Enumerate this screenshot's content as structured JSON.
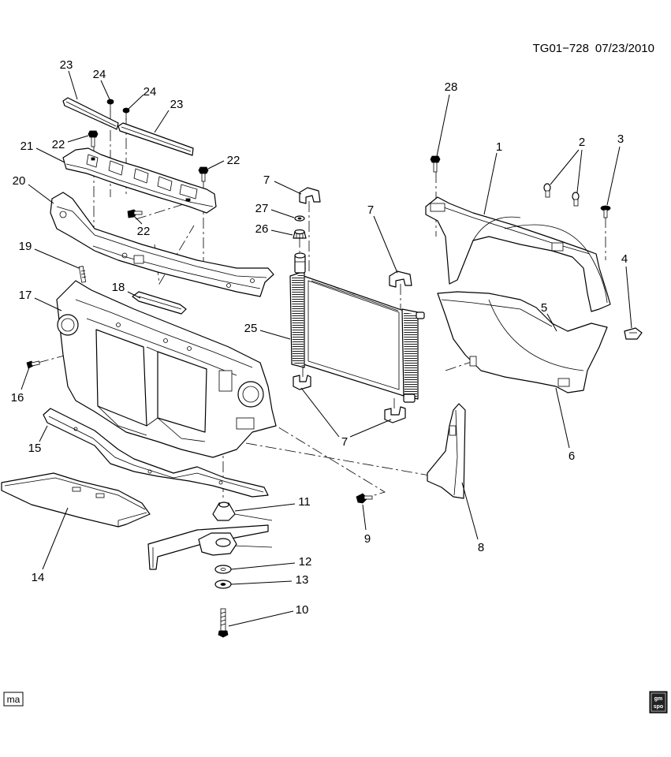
{
  "header": {
    "drawing_id": "TG01−728",
    "date": "07/23/2010"
  },
  "callouts": [
    {
      "label": "23"
    },
    {
      "label": "24"
    },
    {
      "label": "24"
    },
    {
      "label": "23"
    },
    {
      "label": "21"
    },
    {
      "label": "22"
    },
    {
      "label": "22"
    },
    {
      "label": "20"
    },
    {
      "label": "22"
    },
    {
      "label": "19"
    },
    {
      "label": "18"
    },
    {
      "label": "17"
    },
    {
      "label": "16"
    },
    {
      "label": "15"
    },
    {
      "label": "14"
    },
    {
      "label": "7"
    },
    {
      "label": "27"
    },
    {
      "label": "26"
    },
    {
      "label": "7"
    },
    {
      "label": "25"
    },
    {
      "label": "7"
    },
    {
      "label": "11"
    },
    {
      "label": "9"
    },
    {
      "label": "12"
    },
    {
      "label": "13"
    },
    {
      "label": "10"
    },
    {
      "label": "28"
    },
    {
      "label": "1"
    },
    {
      "label": "2"
    },
    {
      "label": "3"
    },
    {
      "label": "4"
    },
    {
      "label": "5"
    },
    {
      "label": "6"
    },
    {
      "label": "8"
    }
  ],
  "footer": {
    "ma_label": "ma",
    "logo": {
      "line1": "gm",
      "line2": "spo"
    }
  },
  "colors": {
    "line": "#000000",
    "background": "#ffffff"
  }
}
